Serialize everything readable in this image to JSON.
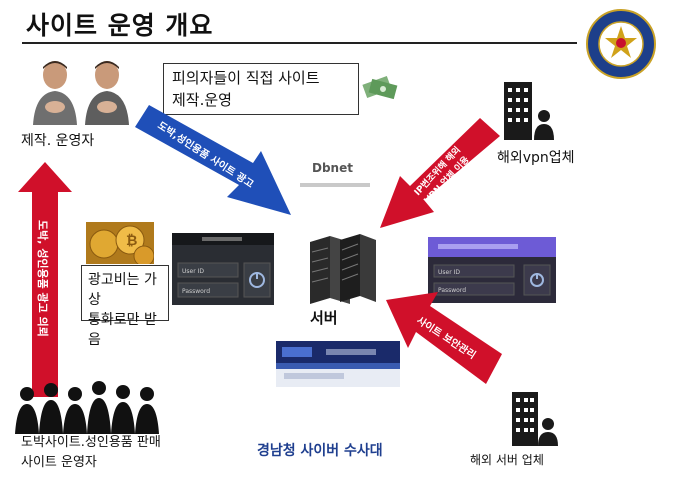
{
  "title": "사이트 운영 개요",
  "notes": {
    "top": [
      "피의자들이 직접 사이트",
      "제작.운영"
    ],
    "left": [
      "광고비는 가상",
      "통화로만 받음"
    ]
  },
  "labels": {
    "operator": "제작. 운영자",
    "vpn_company": "해외vpn업체",
    "server": "서버",
    "overseas_server": "해외 서버 업체",
    "gamblers": [
      "도박사이트.성인용품 판매",
      "사이트  운영자"
    ]
  },
  "arrows": {
    "blue": "도박,성인용품 사이트 광고",
    "red_left": "도박, 성인용품 광고 의뢰",
    "red_top_right": [
      "IP변조위해 해외",
      "VPN 업체 이용"
    ],
    "red_bottom_right": "사이트  보안관리"
  },
  "login": {
    "user_id": "User ID",
    "password": "Password"
  },
  "blurred_site": {
    "name": "Dbnet"
  },
  "footer": "경남청 사이버 수사대",
  "colors": {
    "blue_arrow": "#1f4fb8",
    "red_arrow": "#d0102a",
    "footer": "#1f3f8f"
  }
}
